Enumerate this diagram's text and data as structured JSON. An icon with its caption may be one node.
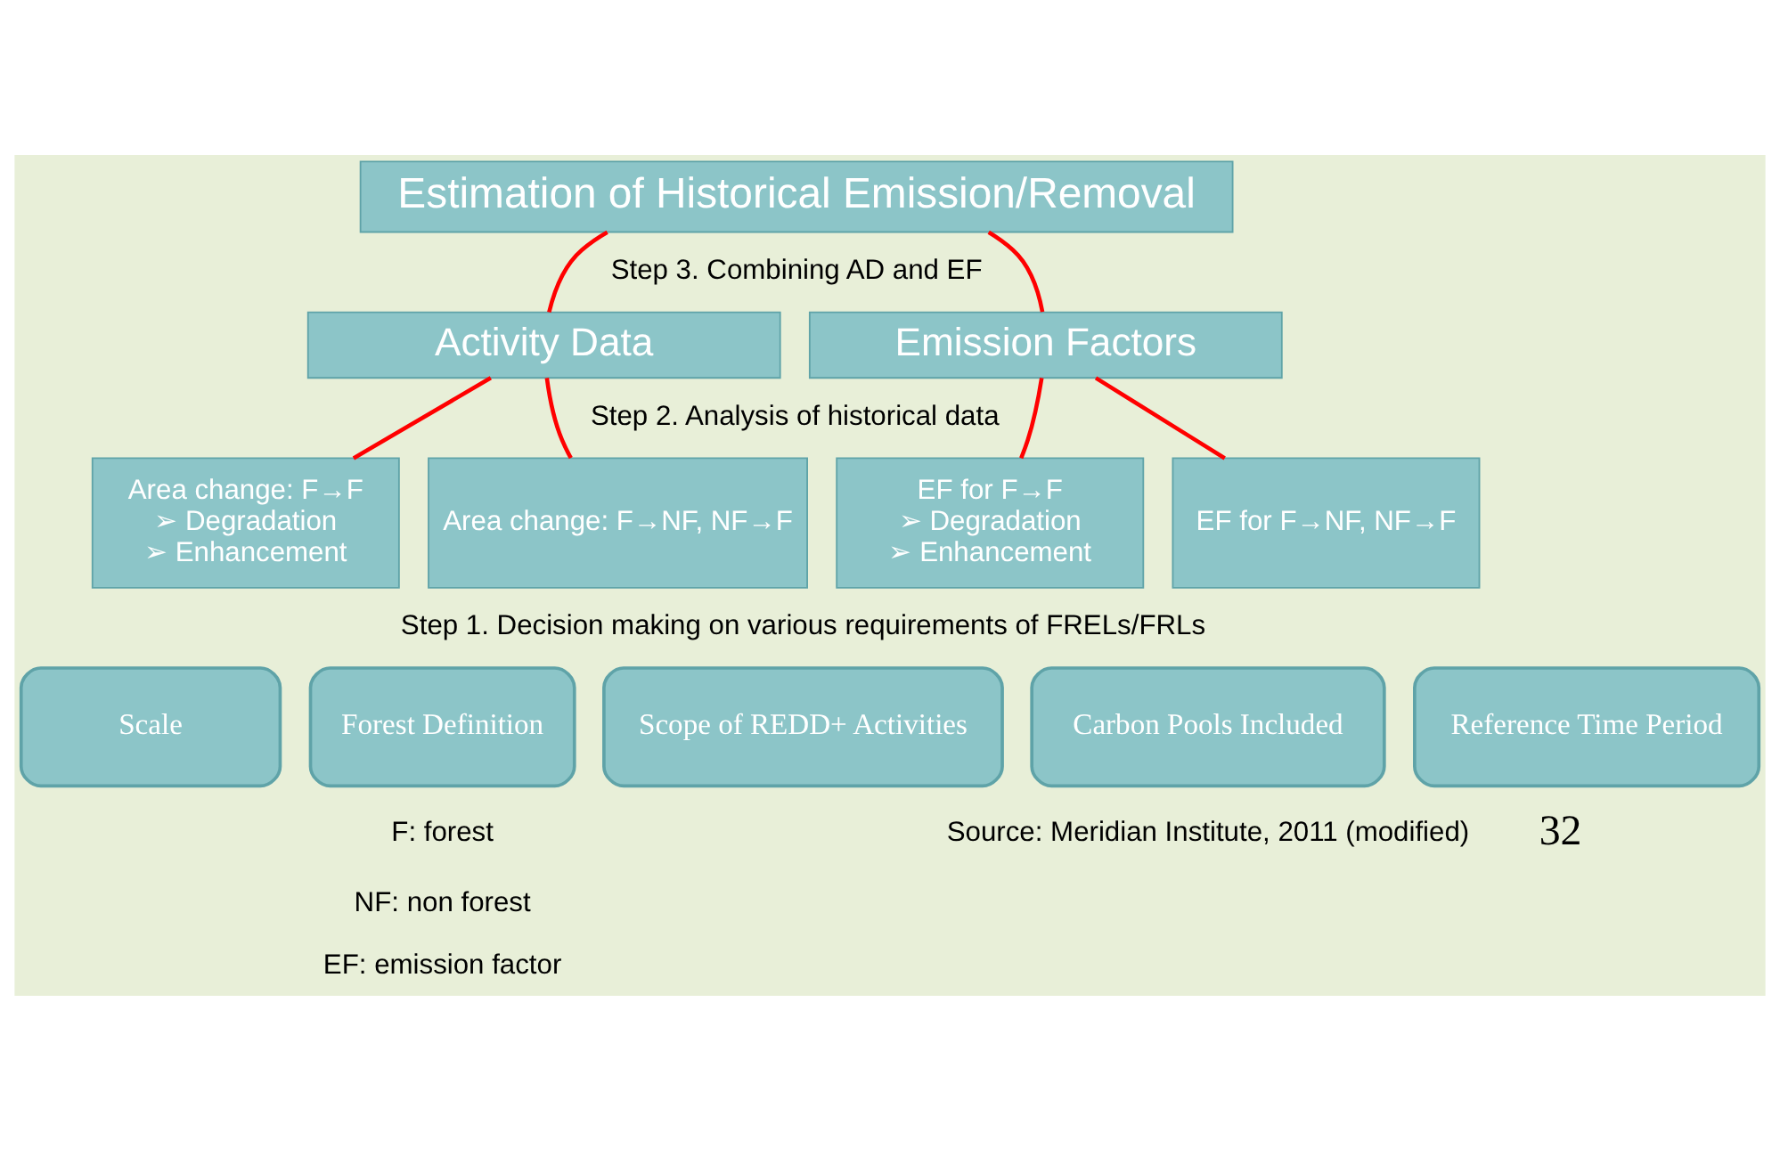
{
  "diagram": {
    "nodes": [
      {
        "text": [
          "Estimation of Historical Emission/Removal"
        ]
      },
      {
        "text": [
          "Activity Data"
        ]
      },
      {
        "text": [
          "Emission Factors"
        ]
      },
      {
        "text": [
          "Area change: F→NF, NF→F"
        ]
      },
      {
        "text": [
          "Area change: F→F",
          "➢ Degradation",
          "➢ Enhancement"
        ]
      },
      {
        "text": [
          "EF for F→NF, NF→F"
        ]
      },
      {
        "text": [
          "EF for F→F",
          "➢ Degradation",
          "➢ Enhancement"
        ]
      },
      {
        "text": [
          "Scale"
        ]
      },
      {
        "text": [
          "Forest Definition"
        ]
      },
      {
        "text": [
          "Scope of REDD+ Activities"
        ]
      },
      {
        "text": [
          "Carbon Pools Included"
        ]
      },
      {
        "text": [
          "Reference Time Period"
        ]
      }
    ],
    "edges": [
      {
        "from": 0,
        "to": 1,
        "arrow": "none"
      },
      {
        "from": 0,
        "to": 2,
        "arrow": "none"
      },
      {
        "from": 1,
        "to": 3,
        "arrow": "none"
      },
      {
        "from": 1,
        "to": 4,
        "arrow": "none"
      },
      {
        "from": 2,
        "to": 5,
        "arrow": "none"
      },
      {
        "from": 2,
        "to": 6,
        "arrow": "none"
      }
    ],
    "labels": [
      "Step 3. Combining AD and EF",
      "Step 2. Analysis of historical data",
      "Step 1. Decision making on various requirements of FRELs/FRLs",
      "F: forest",
      "NF: non forest",
      "EF: emission factor",
      "Source: Meridian Institute, 2011 (modified)",
      "32"
    ]
  }
}
